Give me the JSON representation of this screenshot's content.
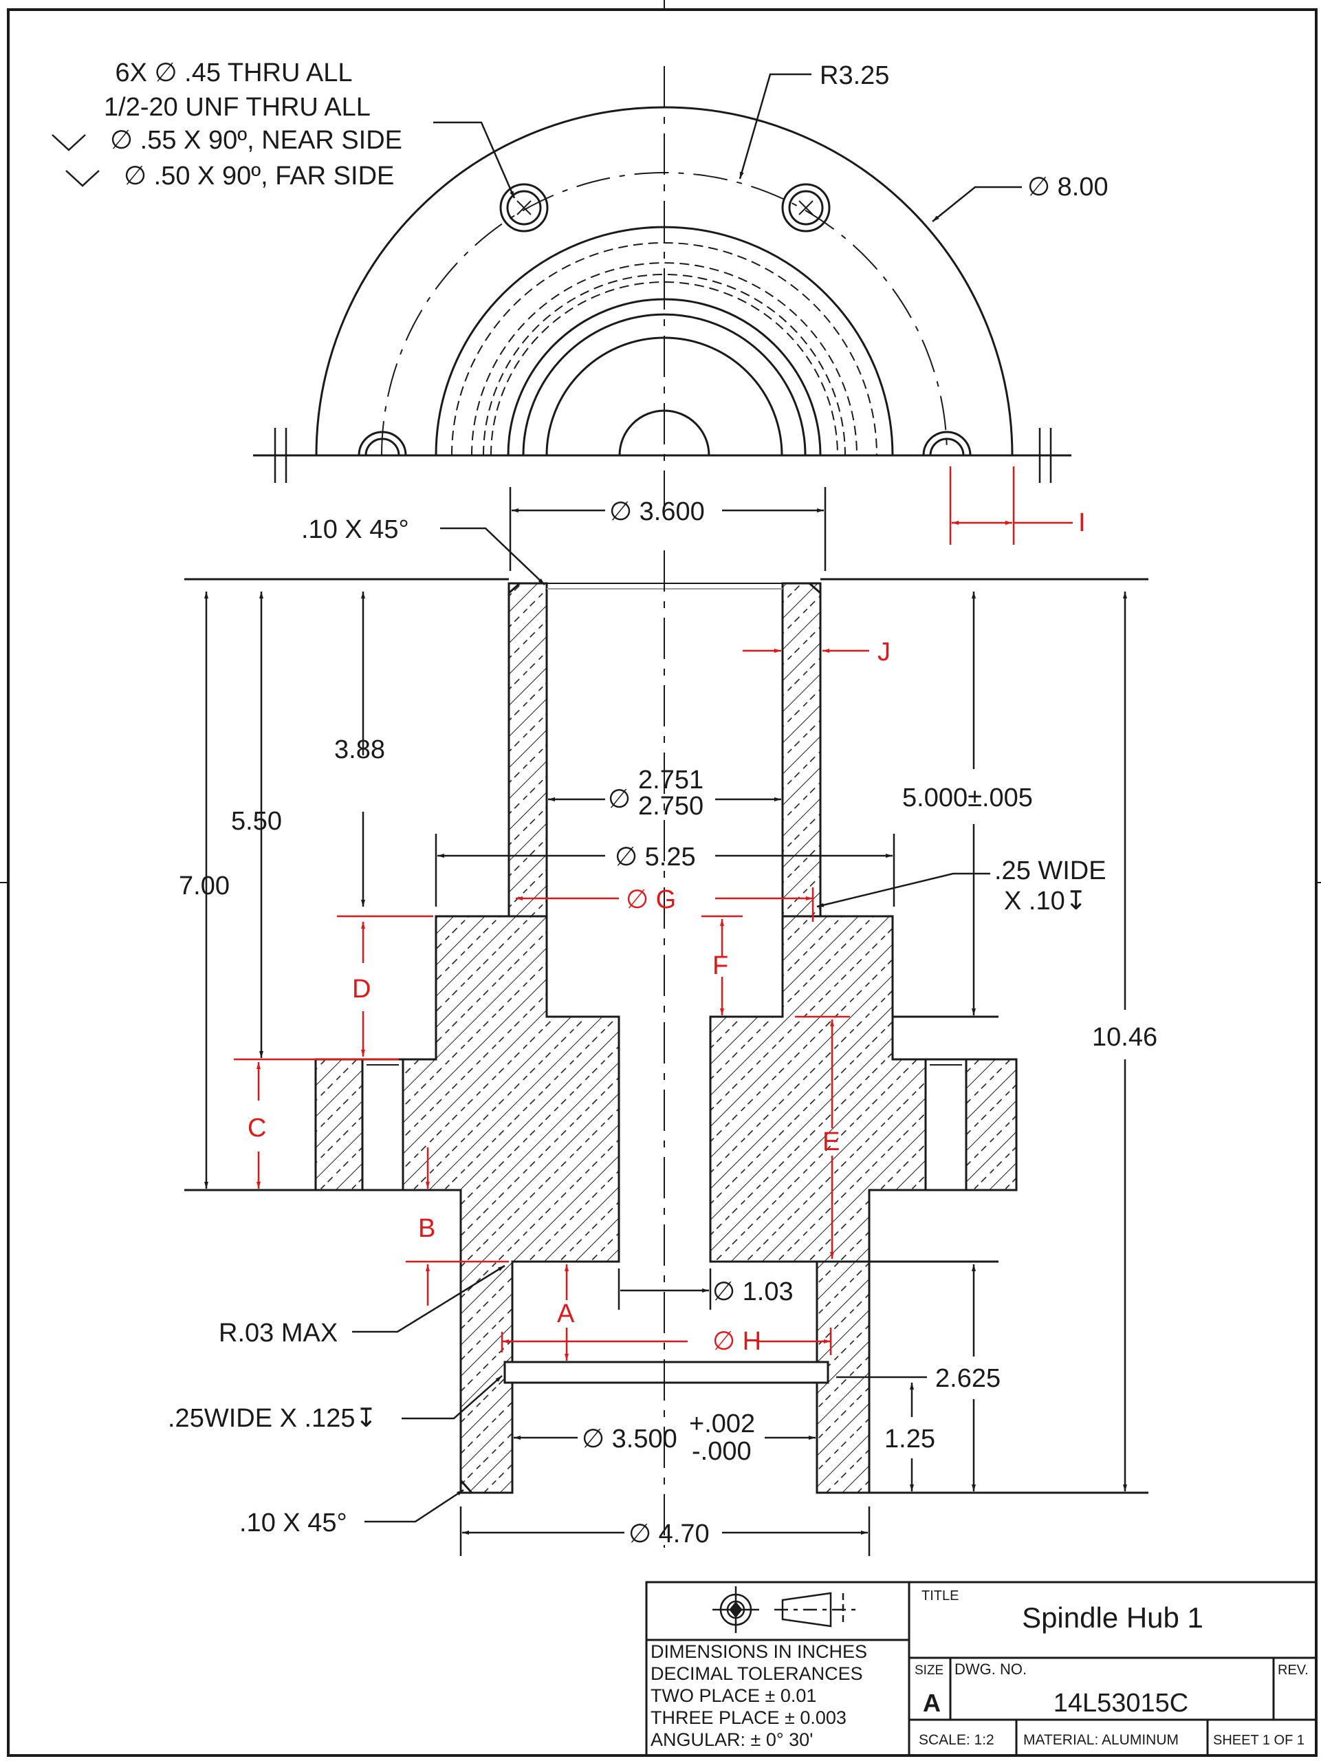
{
  "top_view": {
    "hole_callout": [
      "6X ∅ .45 THRU ALL",
      "1/2-20 UNF  THRU ALL",
      "∅ .55 X 90º, NEAR SIDE",
      "∅ .50 X 90º, FAR SIDE"
    ],
    "bolt_circle_radius": "R3.25",
    "outer_diameter": "∅ 8.00",
    "dim_i": "I"
  },
  "section_view": {
    "top_diameter": "∅ 3.600",
    "top_chamfer": ".10 X 45°",
    "bore_diameter_upper": "2.751",
    "bore_diameter_lower": "2.750",
    "bore_symbol": "∅",
    "shoulder_diameter": "∅ 5.25",
    "groove_upper": ".25 WIDE",
    "groove_upper_depth": "X .10↧",
    "dim_g": "∅ G",
    "dim_j": "J",
    "dim_d": "D",
    "dim_c": "C",
    "dim_b": "B",
    "dim_a": "A",
    "dim_f": "F",
    "dim_e": "E",
    "dim_h": "∅ H",
    "height_388": "3.88",
    "height_550": "5.50",
    "height_700": "7.00",
    "height_5000": "5.000±.005",
    "height_1046": "10.46",
    "small_bore": "∅ 1.03",
    "fillet": "R.03 MAX",
    "groove_lower": ".25WIDE X .125↧",
    "dim_2625": "2.625",
    "dim_125": "1.25",
    "counterbore_diameter": "∅ 3.500",
    "counterbore_tol_plus": "+.002",
    "counterbore_tol_minus": "-.000",
    "bottom_chamfer": ".10 X 45°",
    "bottom_diameter": "∅ 4.70"
  },
  "title_block": {
    "tolerance_lines": [
      "DIMENSIONS IN INCHES",
      "DECIMAL TOLERANCES",
      "TWO PLACE     ± 0.01",
      "THREE PLACE  ± 0.003",
      "ANGULAR: ± 0° 30'"
    ],
    "title_label": "TITLE",
    "title": "Spindle Hub 1",
    "size_label": "SIZE",
    "dwg_label": "DWG.  NO.",
    "rev_label": "REV.",
    "size": "A",
    "dwg_no": "14L53015C",
    "scale": "SCALE: 1:2",
    "material": "MATERIAL: ALUMINUM",
    "sheet": "SHEET 1 OF 1"
  },
  "colors": {
    "line": "#1a1a1a",
    "annotation_red": "#e01818"
  }
}
